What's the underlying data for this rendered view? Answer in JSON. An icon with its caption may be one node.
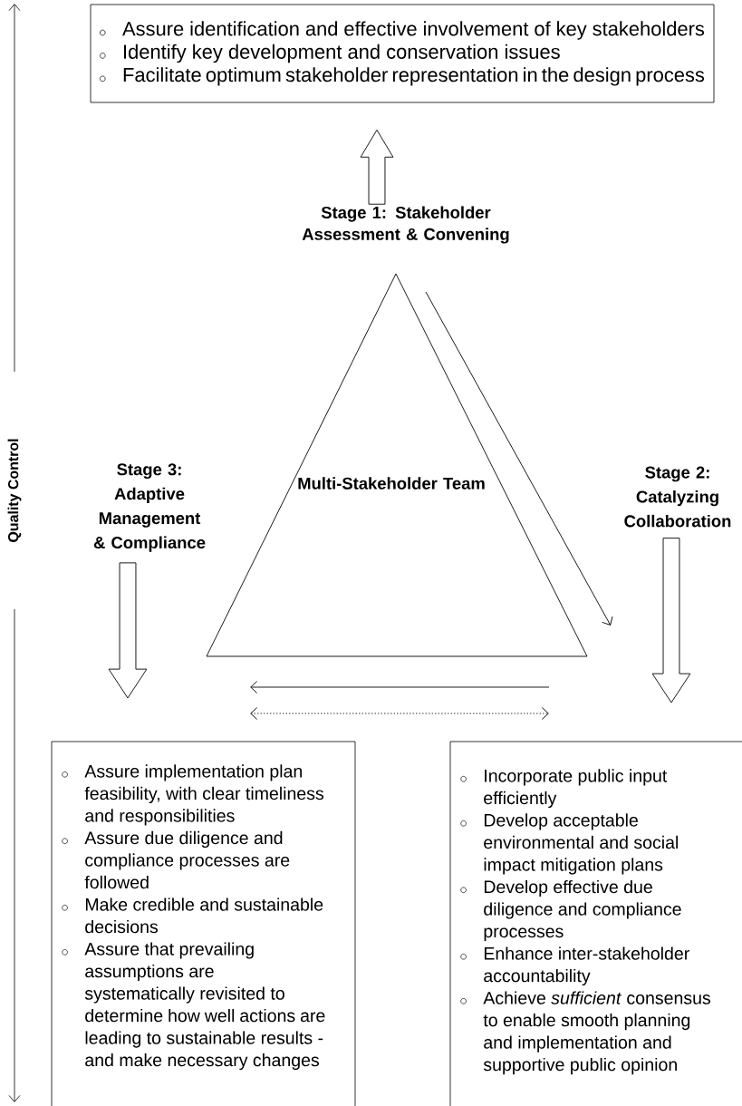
{
  "diagram": {
    "nodes": [
      {
        "text": [
          "Assure identification and effective involvement of key stakeholders",
          "Identify key development and conservation issues",
          "Facilitate optimum stakeholder representation in the design process"
        ]
      },
      {
        "text": [
          "Stage 1: Stakeholder Assessment & Convening"
        ]
      },
      {
        "text": [
          "Multi-Stakeholder Team"
        ]
      },
      {
        "text": [
          "Stage 2: Catalyzing Collaboration"
        ]
      },
      {
        "text": [
          "Stage 3: Adaptive Management & Compliance"
        ]
      },
      {
        "text": [
          "Assure implementation plan feasibility, with clear timeliness and responsibilities",
          "Assure due diligence and compliance processes are followed",
          "Make credible and sustainable decisions",
          "Assure that prevailing assumptions are systematically revisited to determine how well actions are leading to sustainable results - and make necessary changes"
        ]
      },
      {
        "text": [
          "Incorporate public input efficiently",
          "Develop acceptable environmental and social impact mitigation plans",
          "Develop effective due diligence and compliance processes",
          "Enhance inter-stakeholder accountability",
          "Achieve *sufficient* consensus to enable smooth planning and implementation and supportive public opinion"
        ]
      }
    ],
    "edges": [
      {
        "from": 1,
        "to": 0,
        "arrow": "to",
        "style": "thick"
      },
      {
        "from": 3,
        "to": 6,
        "arrow": "to",
        "style": "thick"
      },
      {
        "from": 4,
        "to": 5,
        "arrow": "to",
        "style": "thick"
      }
    ],
    "labels": [
      "Quality Control"
    ]
  }
}
